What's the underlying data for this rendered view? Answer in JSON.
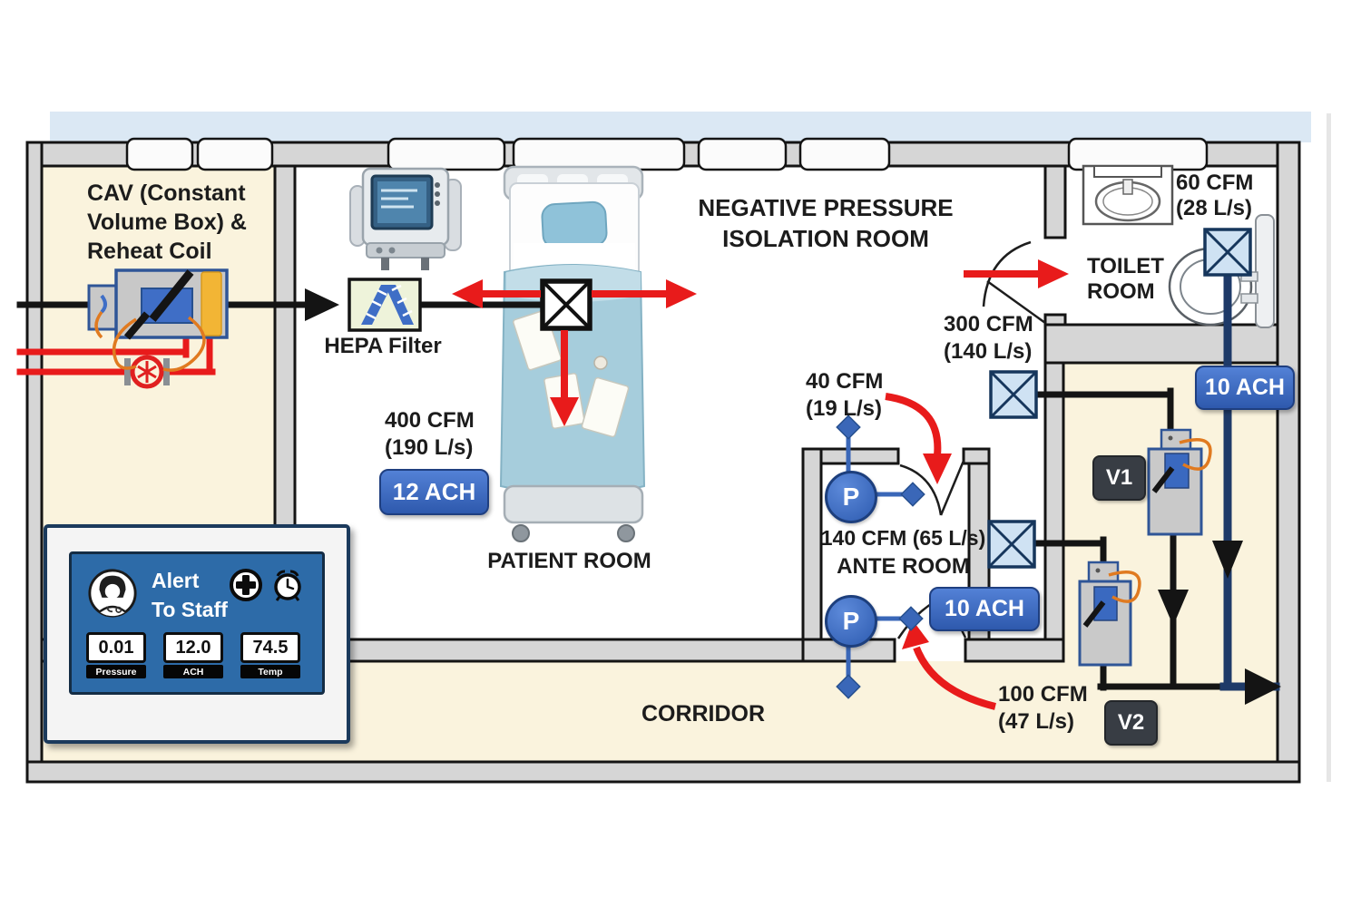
{
  "labels": {
    "cav_line1": "CAV (Constant",
    "cav_line2": "Volume Box) &",
    "cav_line3": "Reheat Coil",
    "hepa": "HEPA Filter",
    "title_line1": "NEGATIVE PRESSURE",
    "title_line2": "ISOLATION ROOM",
    "patient_room": "PATIENT ROOM",
    "toilet_line1": "TOILET",
    "toilet_line2": "ROOM",
    "ante_room": "ANTE ROOM",
    "corridor": "CORRIDOR"
  },
  "flows": {
    "supply_cfm": "400 CFM",
    "supply_lps": "(190 L/s)",
    "toilet_exhaust_cfm": "60 CFM",
    "toilet_exhaust_lps": "(28 L/s)",
    "toilet_door_cfm": "300 CFM",
    "toilet_door_lps": "(140 L/s)",
    "ante_door_cfm": "40 CFM",
    "ante_door_lps": "(19 L/s)",
    "ante_exhaust": "140 CFM (65 L/s)",
    "corridor_door_cfm": "100 CFM",
    "corridor_door_lps": "(47 L/s)"
  },
  "badges": {
    "patient_ach": "12 ACH",
    "ante_ach": "10 ACH",
    "main_exhaust_ach": "10 ACH"
  },
  "valves": {
    "v1": "V1",
    "v2": "V2"
  },
  "sensors": {
    "pressure_symbol": "P"
  },
  "alert_panel": {
    "line1": "Alert",
    "line2": "To Staff",
    "metrics": [
      {
        "value": "0.01",
        "label": "Pressure"
      },
      {
        "value": "12.0",
        "label": "ACH"
      },
      {
        "value": "74.5",
        "label": "Temp"
      }
    ]
  },
  "colors": {
    "accent_blue": "#2e59ad",
    "duct_navy": "#1e3a68",
    "alert_red": "#e81b1b",
    "floor_cream": "#faf3dd",
    "wall_gray": "#d6d6d6",
    "grille_blue": "#cfe2f3",
    "screen_blue": "#2d6ba8"
  }
}
